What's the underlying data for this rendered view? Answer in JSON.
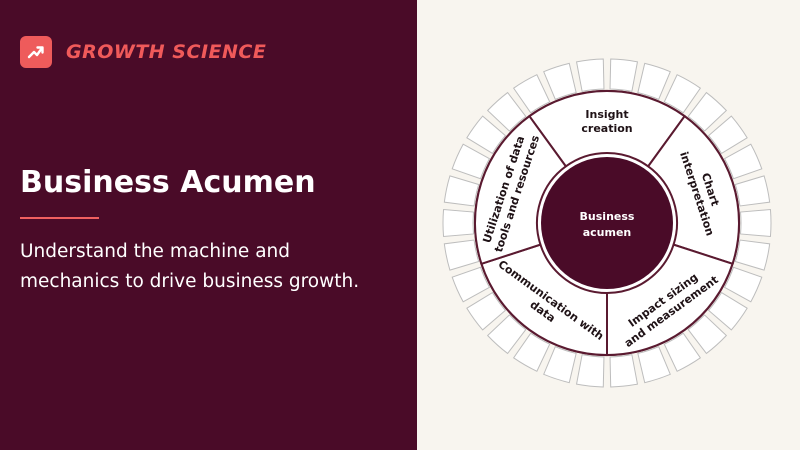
{
  "brand": {
    "name": "GROWTH SCIENCE",
    "logo_icon": "trending-up-icon",
    "accent": "#f05a5a"
  },
  "hero": {
    "title": "Business Acumen",
    "description": "Understand the machine and mechanics to drive business growth."
  },
  "diagram": {
    "hub": {
      "lines": [
        "Business",
        "acumen"
      ]
    },
    "segments": [
      {
        "lines": [
          "Insight",
          "creation"
        ]
      },
      {
        "lines": [
          "Chart",
          "interpretation"
        ]
      },
      {
        "lines": [
          "Impact sizing",
          "and measurement"
        ]
      },
      {
        "lines": [
          "Communication with",
          "data"
        ]
      },
      {
        "lines": [
          "Utilization of data",
          "tools and resources"
        ]
      }
    ]
  },
  "colors": {
    "left_panel": "#4a0b28",
    "right_panel": "#f8f5ef",
    "hub": "#4a0b28",
    "ring_stroke": "#5a1a30"
  }
}
